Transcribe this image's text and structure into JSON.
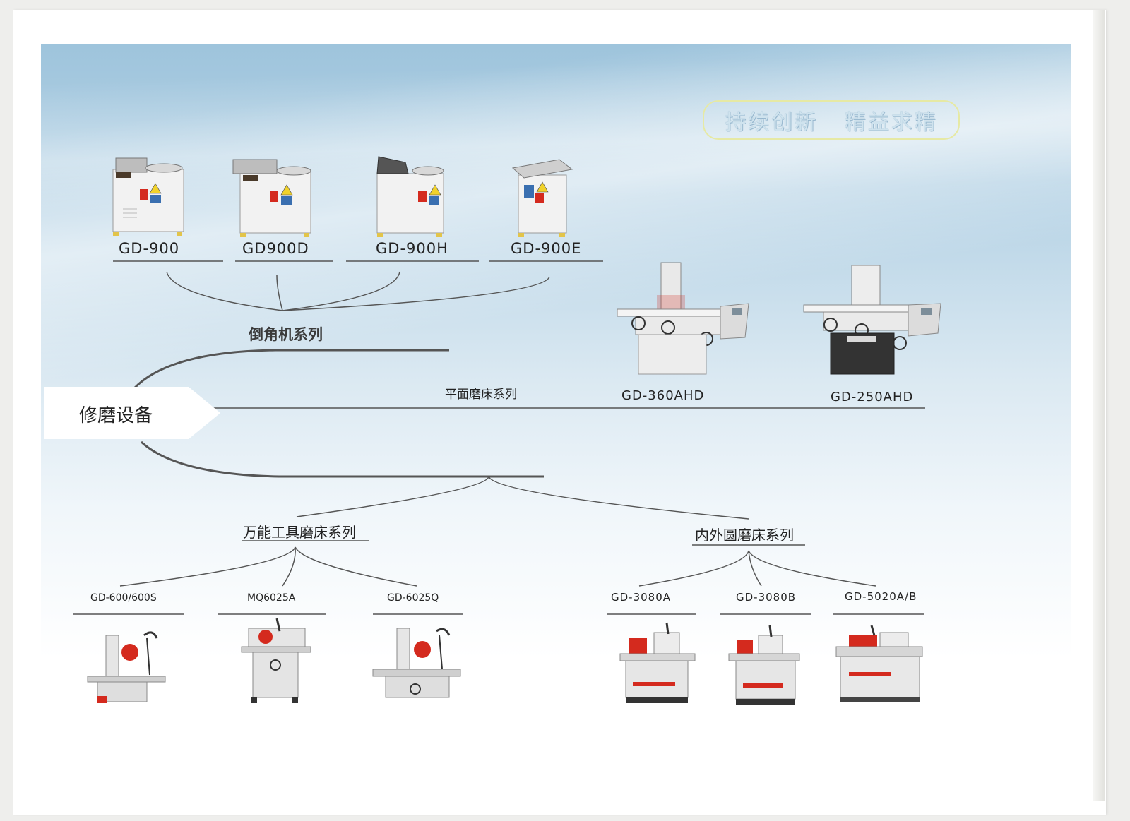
{
  "slogan": "持续创新   精益求精",
  "hub_label": "修磨设备",
  "chamfer_series": {
    "title": "倒角机系列",
    "models": [
      "GD-900",
      "GD900D",
      "GD-900H",
      "GD-900E"
    ]
  },
  "surface_series": {
    "title": "平面磨床系列",
    "models": [
      "GD-360AHD",
      "GD-250AHD"
    ]
  },
  "tool_series": {
    "title": "万能工具磨床系列",
    "models": [
      "GD-600/600S",
      "MQ6025A",
      "GD-6025Q"
    ]
  },
  "cylindrical_series": {
    "title": "内外圆磨床系列",
    "models": [
      "GD-3080A",
      "GD-3080B",
      "GD-5020A/B"
    ]
  },
  "colors": {
    "sky_top": "#9ec4dc",
    "line": "#555555",
    "accent_red": "#d42a1e"
  }
}
